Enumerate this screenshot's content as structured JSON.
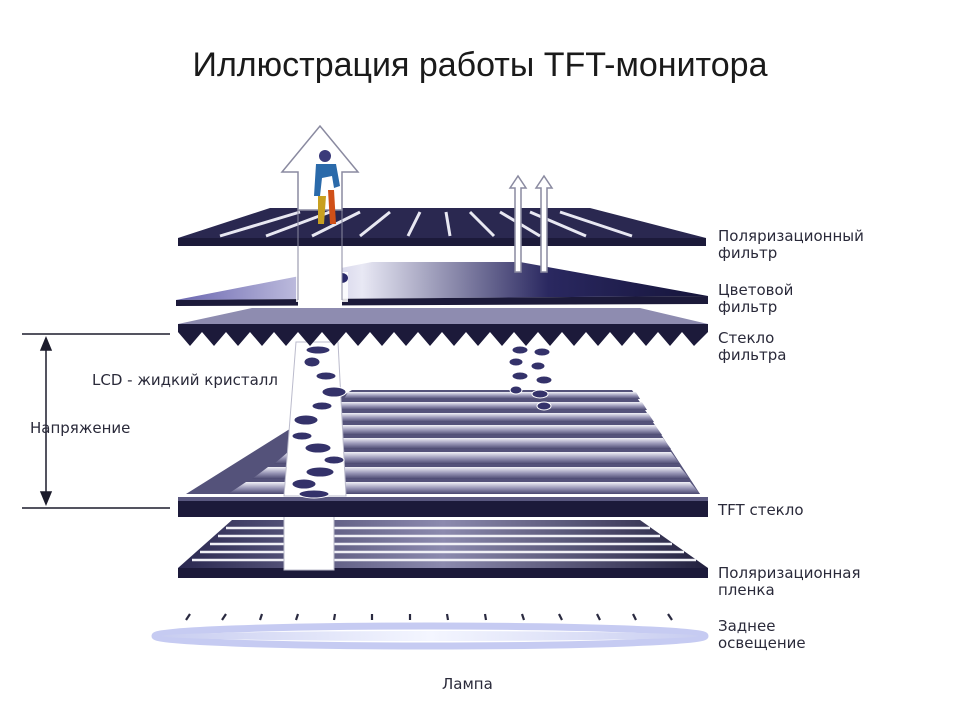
{
  "title": "Иллюстрация работы TFT-монитора",
  "labels": {
    "polarizing_filter": [
      "Поляризационный",
      "фильтр"
    ],
    "color_filter": [
      "Цветовой",
      "фильтр"
    ],
    "filter_glass": [
      "Стекло",
      "фильтра"
    ],
    "lcd": "LCD - жидкий кристалл",
    "voltage": "Напряжение",
    "tft_glass": "TFT стекло",
    "polarizing_film": [
      "Поляризационная",
      "пленка"
    ],
    "backlight": [
      "Заднее",
      "освещение"
    ],
    "lamp": "Лампа"
  },
  "colors": {
    "layer_dark": "#1c1a3a",
    "layer_mid": "#6a6890",
    "layer_light": "#d8d8e6",
    "accent_violet": "#4a3f8a"
  }
}
